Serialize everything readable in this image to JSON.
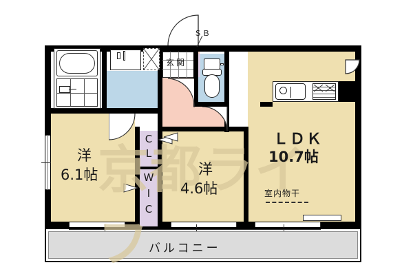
{
  "plan": {
    "type": "floor-plan",
    "watermark": "京都ライフ",
    "rooms": [
      {
        "id": "ldk",
        "name": "ＬＤＫ",
        "size": "10.7帖",
        "fill": "#efe0b0"
      },
      {
        "id": "washitsu-left",
        "name": "洋",
        "size": "6.1帖",
        "fill": "#efe0b0"
      },
      {
        "id": "washitsu-right",
        "name": "洋",
        "size": "4.6帖",
        "fill": "#efe0b0"
      },
      {
        "id": "genkan",
        "name": "玄関",
        "size": "",
        "fill": "#ffffff"
      },
      {
        "id": "balcony",
        "name": "バルコニー",
        "size": "",
        "fill": "#dcdcdc"
      }
    ],
    "storage": [
      {
        "id": "cl",
        "label_lines": [
          "C",
          "L"
        ]
      },
      {
        "id": "wic",
        "label_lines": [
          "W",
          "I",
          "C"
        ]
      }
    ],
    "annotations": {
      "shoe_box": "ＳＢ",
      "indoor_dryer": "室内物干"
    },
    "fixtures": [
      {
        "name": "bathtub"
      },
      {
        "name": "washstand"
      },
      {
        "name": "washing-machine-space"
      },
      {
        "name": "toilet"
      },
      {
        "name": "kitchen-sink"
      },
      {
        "name": "gas-stove"
      }
    ],
    "colors": {
      "wall": "#000000",
      "tatami": "#efe0b0",
      "hallway": "#f8cfc0",
      "water_area": "#bcd7e8",
      "closet": "#ded0e6",
      "balcony": "#dcdcdc",
      "watermark": "#d8c89a"
    }
  }
}
